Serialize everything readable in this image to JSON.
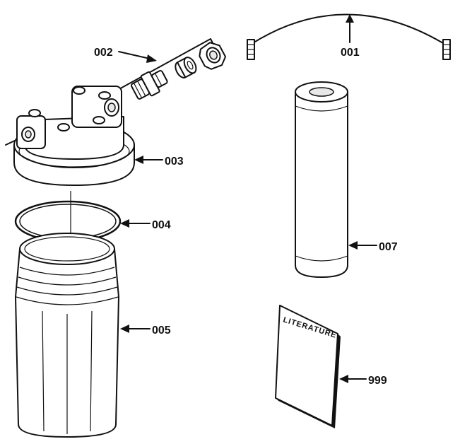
{
  "callouts": {
    "c001": "001",
    "c002": "002",
    "c003": "003",
    "c004": "004",
    "c005": "005",
    "c007": "007",
    "c999": "999"
  },
  "literature_text": "LITERATURE",
  "colors": {
    "line": "#111111",
    "background": "#ffffff",
    "shade": "#e8e8e8"
  }
}
